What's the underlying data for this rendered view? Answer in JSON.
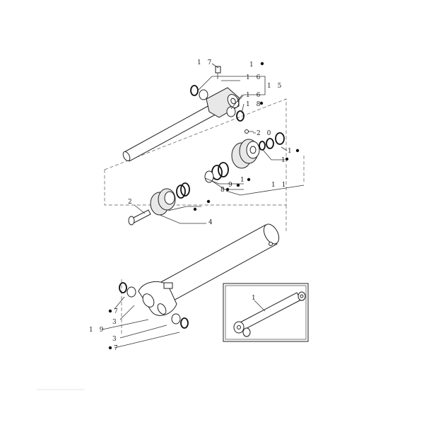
{
  "callouts": {
    "c17": "1 7",
    "c1_top": "1",
    "c16_a": "1 6",
    "c15": "1 5",
    "c16_b": "1 6",
    "c18": "1 8",
    "c20": "2 0",
    "c1_right": "1",
    "c1_right2": "1",
    "c9": "9",
    "c1_mid": "1",
    "c8": "8",
    "c11": "1 1",
    "c2": "2",
    "c4": "4",
    "c7_a": "7",
    "c3_a": "3",
    "c19": "1 9",
    "c3_b": "3",
    "c7_b": "7",
    "inset_1": "1"
  }
}
